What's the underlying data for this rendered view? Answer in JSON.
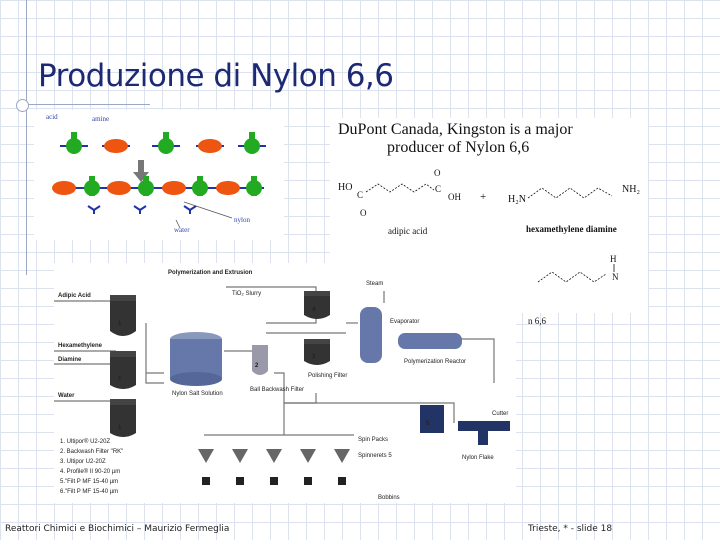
{
  "slide": {
    "title": "Produzione di Nylon 6,6",
    "footer_left": "Reattori Chimici e Biochimici – Maurizio Fermeglia",
    "footer_right": "Trieste, * - slide 18"
  },
  "molecule_diagram": {
    "label_acid": "acid",
    "label_amine": "amine",
    "label_water": "water",
    "label_nylon": "nylon"
  },
  "dupont": {
    "heading_line1": "DuPont Canada, Kingston is a major",
    "heading_line2": "producer of Nylon 6,6",
    "adipic_label": "adipic acid",
    "hexa_label": "hexamethylene diamine",
    "nylon_label": "n 6,6",
    "plus": "+",
    "atom_ho": "HO",
    "atom_oh": "OH",
    "atom_o": "O",
    "atom_c": "C",
    "atom_h2n": "H₂N",
    "atom_nh2": "NH₂",
    "atom_h": "H",
    "atom_n": "N"
  },
  "process": {
    "title": "Polymerization and Extrusion",
    "adipic_acid": "Adipic Acid",
    "hexamethylene": "Hexamethylene",
    "diamine": "Diamine",
    "water": "Water",
    "tio2_slurry": "TiO₂ Slurry",
    "steam": "Steam",
    "evaporator": "Evaporator",
    "polymerization_reactor": "Polymerization Reactor",
    "polishing_filter": "Polishing Filter",
    "nylon_salt_solution": "Nylon Salt Solution",
    "ball_backwash_filter": "Ball Backwash Filter",
    "cutter": "Cutter",
    "nylon_flake": "Nylon Flake",
    "spin_packs": "Spin Packs",
    "spinnerets": "Spinnerets 5",
    "bobbins": "Bobbins",
    "badge_1": "1",
    "badge_2": "2",
    "badge_3": "3",
    "badge_4": "4",
    "badge_5": "5",
    "notes": [
      "1. Ultipor® U2-20Z",
      "2. Backwash Filter \"RK\"",
      "3. Ultipor U2-20Z",
      "4. Profile® II 90-20 µm",
      "5.\"Filt P MF 15-40 µm",
      "6.\"Filt P MF 15-40 µm"
    ]
  }
}
